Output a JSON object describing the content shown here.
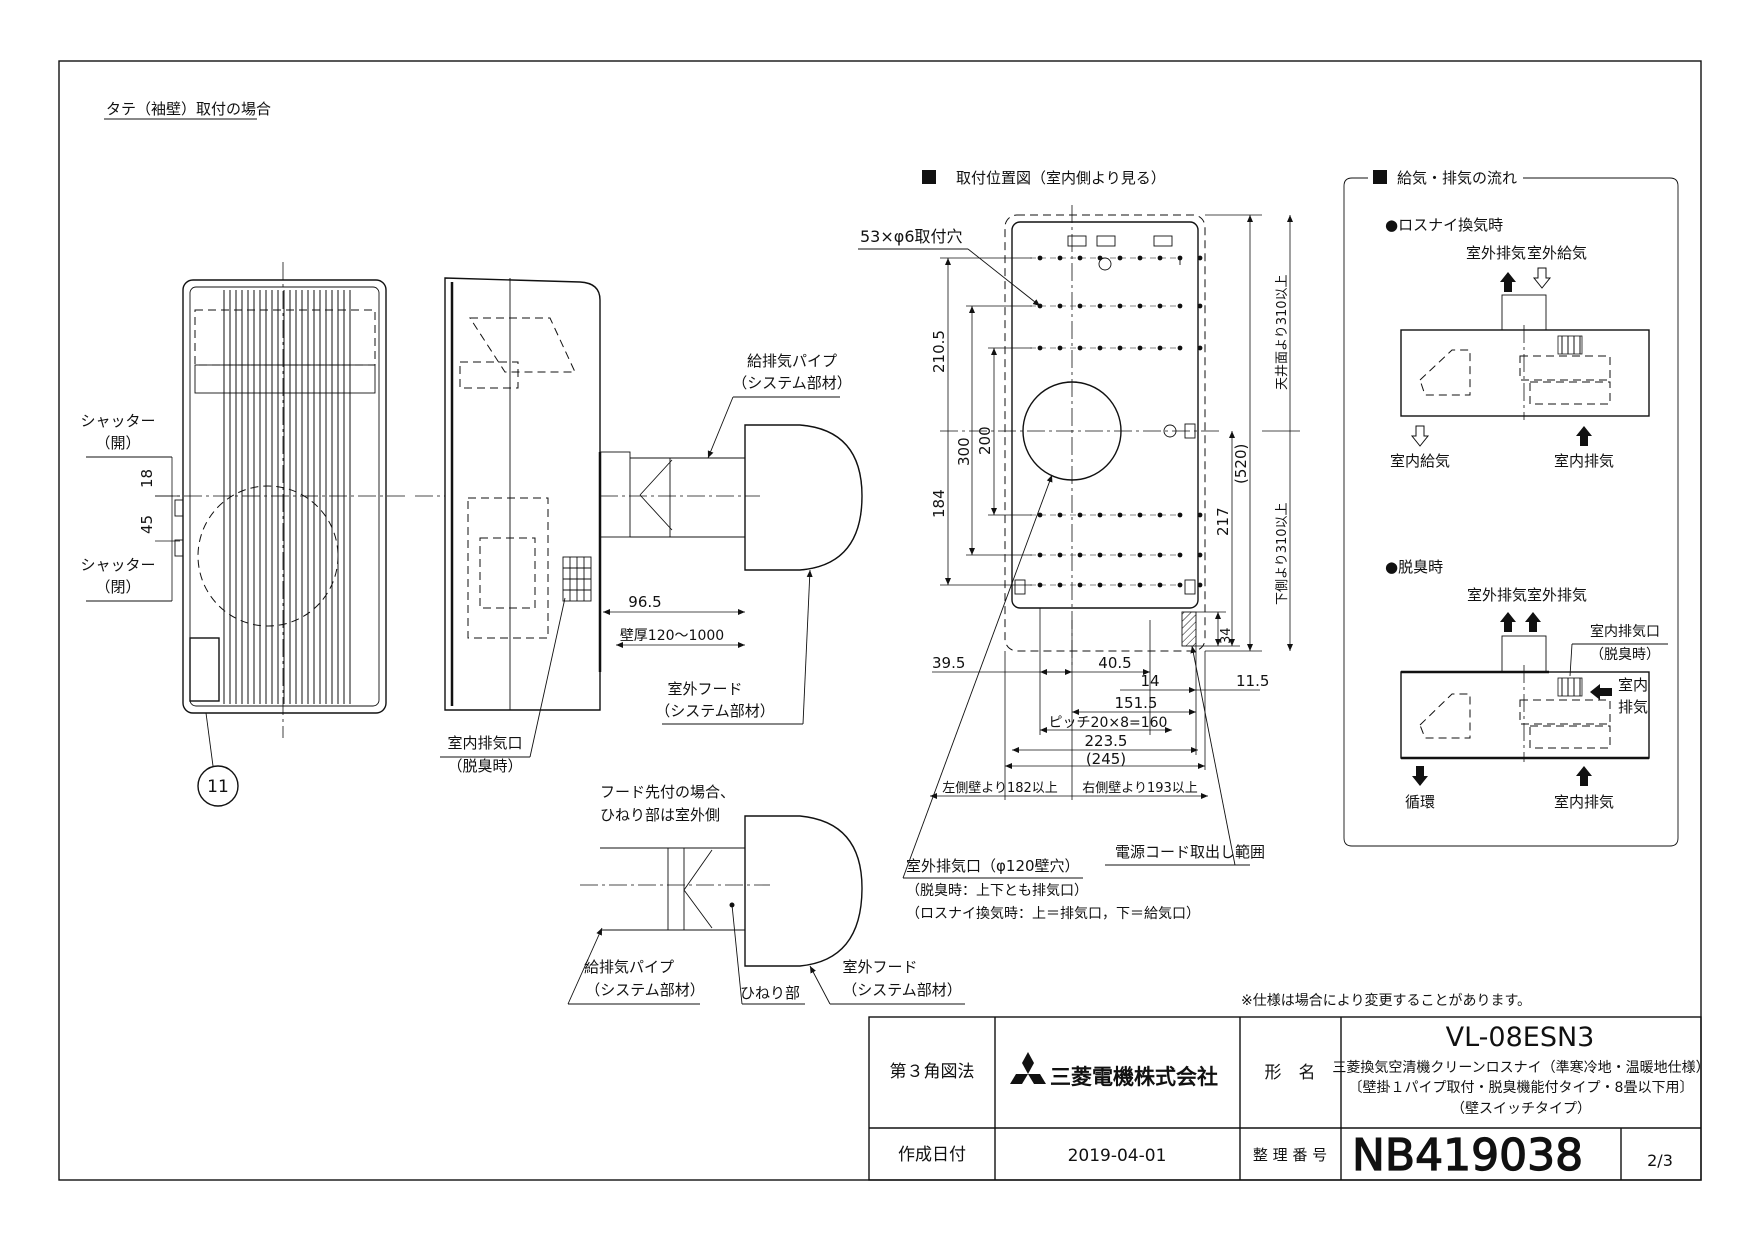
{
  "section_title": "タテ（袖壁）取付の場合",
  "side_view": {
    "shutter_open_line1": "シャッター",
    "shutter_open_line2": "（開）",
    "shutter_closed_line1": "シャッター",
    "shutter_closed_line2": "（閉）",
    "dim_18": "18",
    "dim_45": "45",
    "callout_11": "11"
  },
  "section_view": {
    "pipe_label_line1": "給排気パイプ",
    "pipe_label_line2": "（システム部材）",
    "dim_96_5": "96.5",
    "wall_thickness": "壁厚120～1000",
    "hood_label_line1": "室外フード",
    "hood_label_line2": "（システム部材）",
    "indoor_exhaust_line1": "室内排気口",
    "indoor_exhaust_line2": "（脱臭時）"
  },
  "hood_detail": {
    "note_line1": "フード先付の場合、",
    "note_line2": "ひねり部は室外側",
    "pipe_label_line1": "給排気パイプ",
    "pipe_label_line2": "（システム部材）",
    "twist_label": "ひねり部",
    "hood_label_line1": "室外フード",
    "hood_label_line2": "（システム部材）"
  },
  "mount_view": {
    "heading": "取付位置図（室内側より見る）",
    "holes_label": "53×φ6取付穴",
    "dim_210_5": "210.5",
    "dim_300": "300",
    "dim_200": "200",
    "dim_184": "184",
    "dim_217": "217",
    "dim_520": "(520)",
    "dim_34": "34",
    "ceiling_clearance": "天井面より310以上",
    "floor_clearance": "下側より310以上",
    "dim_39_5": "39.5",
    "dim_40_5": "40.5",
    "dim_14": "14",
    "dim_11_5": "11.5",
    "dim_151_5": "151.5",
    "pitch": "ピッチ20×8=160",
    "dim_223_5": "223.5",
    "dim_245": "(245)",
    "left_wall": "左側壁より182以上",
    "right_wall": "右側壁より193以上",
    "cord_range": "電源コード取出し範囲",
    "outdoor_exhaust": "室外排気口（φ120壁穴）",
    "deodorize_note": "（脱臭時：上下とも排気口）",
    "lossnay_note": "（ロスナイ換気時：上＝排気口，下＝給気口）"
  },
  "flow_panel": {
    "heading": "給気・排気の流れ",
    "mode1_title": "●ロスナイ換気時",
    "mode1_out_exhaust": "室外排気",
    "mode1_out_supply": "室外給気",
    "mode1_in_supply": "室内給気",
    "mode1_in_exhaust": "室内排気",
    "mode2_title": "●脱臭時",
    "mode2_out_exhaust_a": "室外排気",
    "mode2_out_exhaust_b": "室外排気",
    "mode2_port_line1": "室内排気口",
    "mode2_port_line2": "（脱臭時）",
    "mode2_side_line1": "室内",
    "mode2_side_line2": "排気",
    "mode2_circulation": "循環",
    "mode2_in_exhaust": "室内排気"
  },
  "notice": "※仕様は場合により変更することがあります。",
  "title_block": {
    "projection": "第３角図法",
    "company": "三菱電機株式会社",
    "model_label": "形　名",
    "model": "VL-08ESN3",
    "desc_line1": "三菱換気空清機クリーンロスナイ（準寒冷地・温暖地仕様）",
    "desc_line2": "〔壁掛１パイプ取付・脱臭機能付タイプ・8畳以下用〕",
    "desc_line3": "（壁スイッチタイプ）",
    "date_label": "作成日付",
    "date": "2019-04-01",
    "number_label": "整 理 番 号",
    "number": "NB419038",
    "page": "2/3"
  }
}
